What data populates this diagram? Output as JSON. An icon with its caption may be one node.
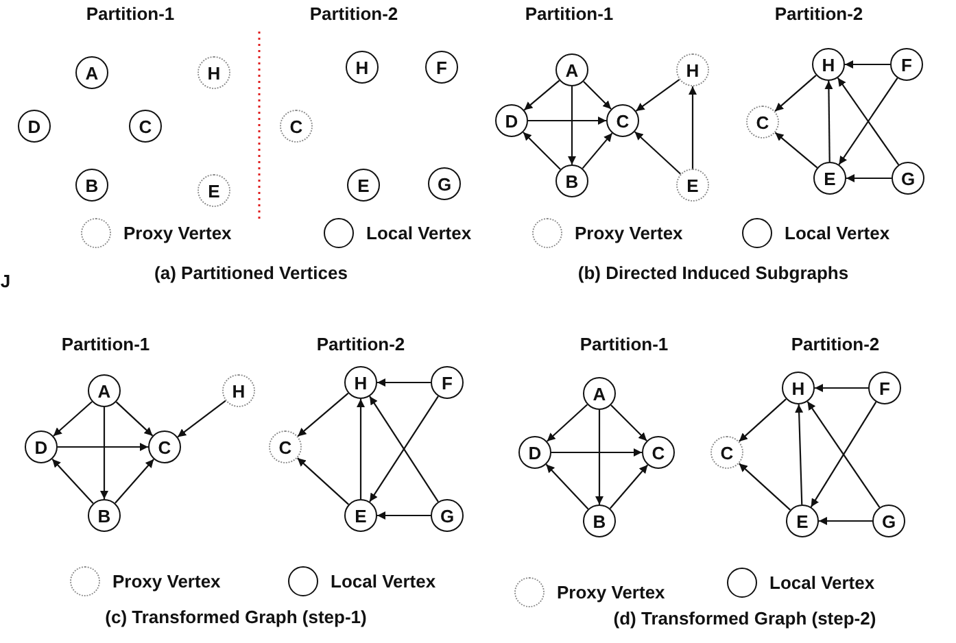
{
  "diagram": {
    "nodes": [
      {
        "text": [
          "A"
        ]
      },
      {
        "text": [
          "H"
        ]
      },
      {
        "text": [
          "D"
        ]
      },
      {
        "text": [
          "C"
        ]
      },
      {
        "text": [
          "B"
        ]
      },
      {
        "text": [
          "E"
        ]
      },
      {
        "text": [
          "H"
        ]
      },
      {
        "text": [
          "F"
        ]
      },
      {
        "text": [
          "C"
        ]
      },
      {
        "text": [
          "E"
        ]
      },
      {
        "text": [
          "G"
        ]
      },
      {
        "text": [
          "A"
        ]
      },
      {
        "text": [
          "H"
        ]
      },
      {
        "text": [
          "D"
        ]
      },
      {
        "text": [
          "C"
        ]
      },
      {
        "text": [
          "B"
        ]
      },
      {
        "text": [
          "E"
        ]
      },
      {
        "text": [
          "H"
        ]
      },
      {
        "text": [
          "F"
        ]
      },
      {
        "text": [
          "C"
        ]
      },
      {
        "text": [
          "E"
        ]
      },
      {
        "text": [
          "G"
        ]
      },
      {
        "text": [
          "A"
        ]
      },
      {
        "text": [
          "H"
        ]
      },
      {
        "text": [
          "D"
        ]
      },
      {
        "text": [
          "C"
        ]
      },
      {
        "text": [
          "B"
        ]
      },
      {
        "text": [
          "H"
        ]
      },
      {
        "text": [
          "F"
        ]
      },
      {
        "text": [
          "C"
        ]
      },
      {
        "text": [
          "E"
        ]
      },
      {
        "text": [
          "G"
        ]
      },
      {
        "text": [
          "A"
        ]
      },
      {
        "text": [
          "D"
        ]
      },
      {
        "text": [
          "C"
        ]
      },
      {
        "text": [
          "B"
        ]
      },
      {
        "text": [
          "H"
        ]
      },
      {
        "text": [
          "F"
        ]
      },
      {
        "text": [
          "C"
        ]
      },
      {
        "text": [
          "E"
        ]
      },
      {
        "text": [
          "G"
        ]
      }
    ],
    "edges": [
      {
        "from": 11,
        "to": 13,
        "arrow": "to"
      },
      {
        "from": 11,
        "to": 14,
        "arrow": "to"
      },
      {
        "from": 11,
        "to": 15,
        "arrow": "to"
      },
      {
        "from": 13,
        "to": 14,
        "arrow": "to"
      },
      {
        "from": 15,
        "to": 13,
        "arrow": "to"
      },
      {
        "from": 15,
        "to": 14,
        "arrow": "to"
      },
      {
        "from": 12,
        "to": 14,
        "arrow": "to"
      },
      {
        "from": 16,
        "to": 14,
        "arrow": "to"
      },
      {
        "from": 16,
        "to": 12,
        "arrow": "to"
      },
      {
        "from": 18,
        "to": 17,
        "arrow": "to"
      },
      {
        "from": 17,
        "to": 19,
        "arrow": "to"
      },
      {
        "from": 20,
        "to": 19,
        "arrow": "to"
      },
      {
        "from": 20,
        "to": 17,
        "arrow": "to"
      },
      {
        "from": 18,
        "to": 20,
        "arrow": "to"
      },
      {
        "from": 21,
        "to": 20,
        "arrow": "to"
      },
      {
        "from": 21,
        "to": 17,
        "arrow": "to"
      },
      {
        "from": 22,
        "to": 24,
        "arrow": "to"
      },
      {
        "from": 22,
        "to": 25,
        "arrow": "to"
      },
      {
        "from": 22,
        "to": 26,
        "arrow": "to"
      },
      {
        "from": 24,
        "to": 25,
        "arrow": "to"
      },
      {
        "from": 26,
        "to": 24,
        "arrow": "to"
      },
      {
        "from": 26,
        "to": 25,
        "arrow": "to"
      },
      {
        "from": 23,
        "to": 25,
        "arrow": "to"
      },
      {
        "from": 28,
        "to": 27,
        "arrow": "to"
      },
      {
        "from": 27,
        "to": 29,
        "arrow": "to"
      },
      {
        "from": 30,
        "to": 29,
        "arrow": "to"
      },
      {
        "from": 30,
        "to": 27,
        "arrow": "to"
      },
      {
        "from": 28,
        "to": 30,
        "arrow": "to"
      },
      {
        "from": 31,
        "to": 30,
        "arrow": "to"
      },
      {
        "from": 31,
        "to": 27,
        "arrow": "to"
      },
      {
        "from": 32,
        "to": 33,
        "arrow": "to"
      },
      {
        "from": 32,
        "to": 34,
        "arrow": "to"
      },
      {
        "from": 32,
        "to": 35,
        "arrow": "to"
      },
      {
        "from": 33,
        "to": 34,
        "arrow": "to"
      },
      {
        "from": 35,
        "to": 33,
        "arrow": "to"
      },
      {
        "from": 35,
        "to": 34,
        "arrow": "to"
      },
      {
        "from": 37,
        "to": 36,
        "arrow": "to"
      },
      {
        "from": 36,
        "to": 38,
        "arrow": "to"
      },
      {
        "from": 39,
        "to": 38,
        "arrow": "to"
      },
      {
        "from": 39,
        "to": 36,
        "arrow": "to"
      },
      {
        "from": 37,
        "to": 39,
        "arrow": "to"
      },
      {
        "from": 40,
        "to": 39,
        "arrow": "to"
      },
      {
        "from": 40,
        "to": 36,
        "arrow": "to"
      }
    ],
    "labels": [
      "Partition-1",
      "Partition-2",
      "Partition-1",
      "Partition-2",
      "J",
      "(a) Partitioned Vertices",
      "(b) Directed Induced Subgraphs",
      "Partition-1",
      "Partition-2",
      "Partition-1",
      "Partition-2",
      "(c) Transformed Graph (step-1)",
      "(d) Transformed Graph (step-2)"
    ],
    "legend": [
      {
        "text": "Proxy Vertex"
      },
      {
        "text": "Local Vertex"
      },
      {
        "text": "Proxy Vertex"
      },
      {
        "text": "Local Vertex"
      },
      {
        "text": "Proxy Vertex"
      },
      {
        "text": "Local Vertex"
      },
      {
        "text": "Proxy Vertex"
      },
      {
        "text": "Local Vertex"
      }
    ]
  }
}
